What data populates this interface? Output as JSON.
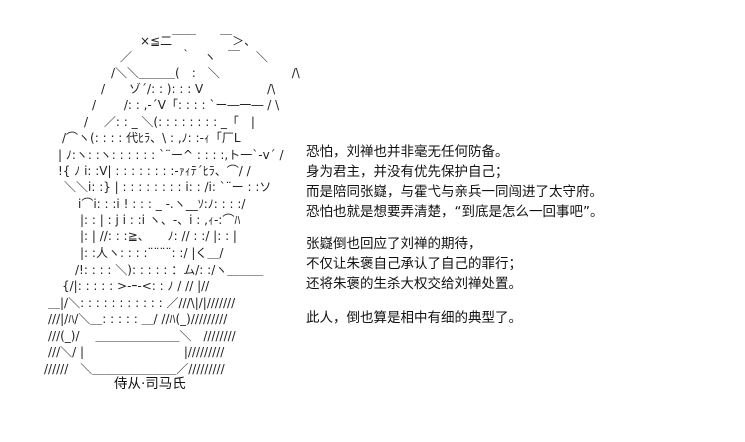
{
  "art_lines": [
    "×≦二￣￣　　￣＞、",
    "／　　　　｀　ヽ　￣　 ＼",
    "/＼＼＿＿＿(　:　＼　　　　　　/\\",
    "/　　ゾ´/: : ): : : V　　　　　 /\\",
    "/　　 /: : ,-´V「: : : : `ー―一― / \\",
    "/　 ／: : _ ＼(: : : : : : : : _「　|",
    "/⌒ヽ(: : : : 代ﾋﾗ、\\ : ,ﾉ: :-ｨ「厂L",
    "| ﾉ:ヽ: :ヽ: : : : : : `¨ー^ : : : :,ト一`-v´ /",
    "!{ ﾉ i: :V| : : : : : : : :-ｧｨﾃ´ﾋﾗ、⌒/ /",
    "＼＼i: :} | : : : : : : : : i: : /i: `¨ー : :ソ",
    "i⌒i: : :i ! : : : _ -.ヽ__ｿ:ﾉ: : : :/",
    "|: : | : j i : :i ヽ、-、i : ,ｨ‐:⌒ﾊ",
    "|: | //: : :≧、　　ﾉ: // : :/ |: : |",
    "|: :人ヽ: : : :¨¨¨¨: :/ |く＿/",
    "/!: : : : ＼): : : : : ：ム/: :/ヽ＿＿＿",
    "{/|: : : : : >-ｰ-<: : ﾉ / // |//",
    "＿|/＼: : : : : : : : : : : ／///\\|/|///////",
    "///|/ﾊ/＼＿: : : : : ＿/ //ﾊ(_)/////////",
    "///(_)/　 ＿＿＿＿＿＿＿＼　////////",
    "///＼/ |　　　　　　　　 |/////////",
    "//////　＼＿＿＿＿＿＿＿／/////////"
  ],
  "captions": [
    "恐怕，刘禅也并非毫无任何防备。",
    "身为君主，并没有优先保护自己；",
    "而是陪同张嶷，与霍弋与亲兵一同闯进了太守府。",
    "恐怕也就是想要弄清楚，“到底是怎么一回事吧”。",
    "张嶷倒也回应了刘禅的期待，",
    "不仅让朱褒自己承认了自己的罪行；",
    "还将朱褒的生杀大权交给刘禅处置。",
    "此人，倒也算是相中有细的典型了。"
  ],
  "nameplate": "侍从·司马氏"
}
